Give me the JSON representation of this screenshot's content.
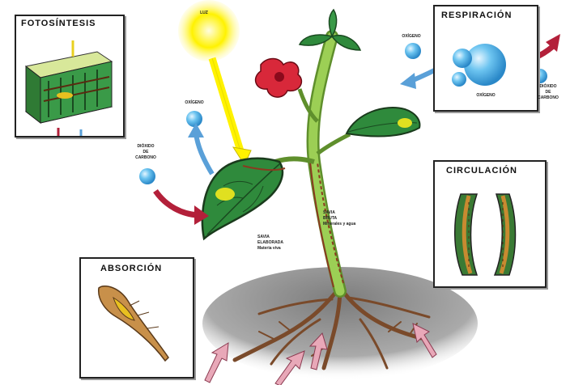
{
  "panels": {
    "fotosintesis": "FOTOSÍNTESIS",
    "respiracion": "RESPIRACIÓN",
    "circulacion": "CIRCULACIÓN",
    "absorcion": "ABSORCIÓN"
  },
  "labels": {
    "luz": "LUZ",
    "oxigeno_top": "OXÍGENO",
    "dioxido_left_1": "DIÓXIDO",
    "dioxido_left_2": "DE",
    "dioxido_left_3": "CARBONO",
    "resp_oxigeno_in": "OXÍGENO",
    "resp_oxigeno_center": "OXÍGENO",
    "resp_dioxido_1": "DIÓXIDO",
    "resp_dioxido_2": "DE",
    "resp_dioxido_3": "CARBONO",
    "savia_bruta_1": "SAVIA",
    "savia_bruta_2": "BRUTA",
    "savia_bruta_3": "Minerales y agua",
    "savia_elab_1": "SAVIA",
    "savia_elab_2": "ELABORADA",
    "savia_elab_3": "Materia viva"
  },
  "colors": {
    "leaf": "#2f8a3c",
    "stem": "#8bbf4a",
    "sun": "#fff200",
    "flower": "#d8283a",
    "arrow_red": "#b3203a",
    "arrow_blue": "#5aa0d8",
    "arrow_pink": "#d98fa0",
    "bubble": "#4fb3e8",
    "soil": "#8a8a8a",
    "root": "#7a4a2a"
  }
}
